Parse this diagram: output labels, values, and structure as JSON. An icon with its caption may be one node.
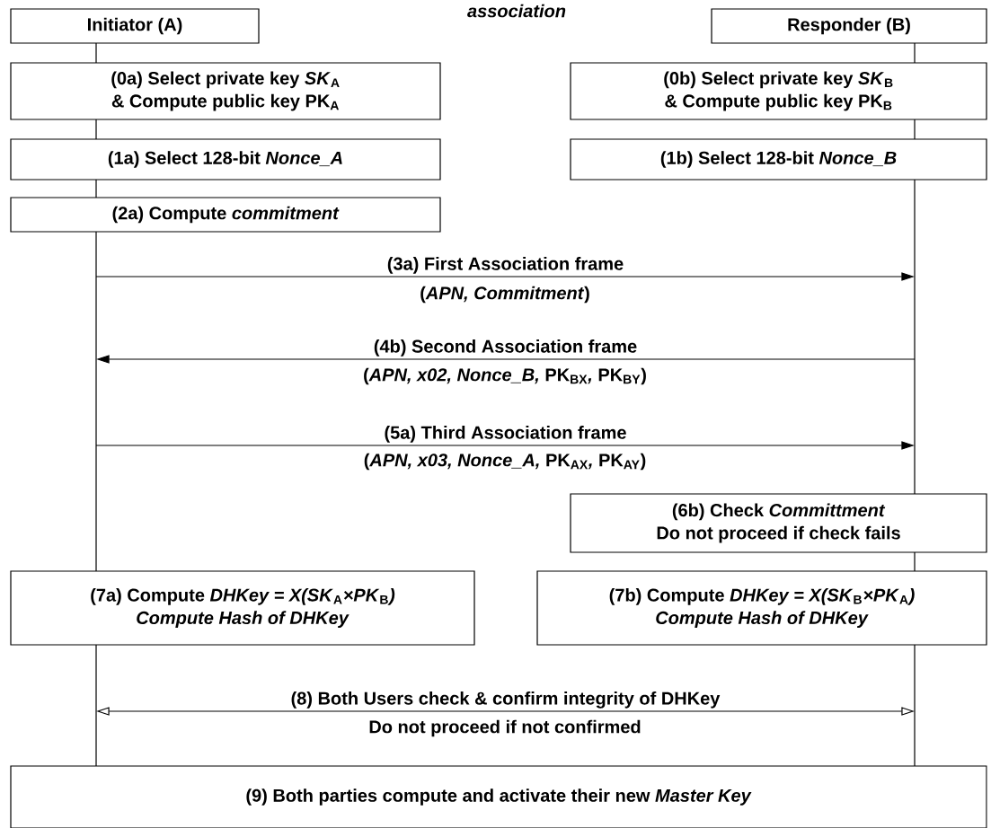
{
  "diagram": {
    "title": "association",
    "nodes": [
      {
        "text": [
          "Initiator (A)"
        ]
      },
      {
        "text": [
          "Responder (B)"
        ]
      },
      {
        "text": [
          "(0a) Select private key *SK*$_{A}$",
          "& Compute public key PK$_{A}$"
        ]
      },
      {
        "text": [
          "(0b) Select private key *SK*$_{B}$",
          "& Compute public key PK$_{B}$"
        ]
      },
      {
        "text": [
          "(1a) Select 128-bit *Nonce_A*"
        ]
      },
      {
        "text": [
          "(1b) Select 128-bit *Nonce_B*"
        ]
      },
      {
        "text": [
          "(2a) Compute *commitment*"
        ]
      },
      {
        "text": [
          "(6b) Check *Committment*",
          "Do not proceed if check fails"
        ]
      },
      {
        "text": [
          "(7a) Compute *DHKey = X(SK*$_{A}$*×PK*$_{B}$*)*",
          "*Compute Hash of DHKey*"
        ]
      },
      {
        "text": [
          "(7b) Compute *DHKey = X(SK*$_{B}$*×PK*$_{A}$*)*",
          "*Compute Hash of DHKey*"
        ]
      },
      {
        "text": [
          "(9) Both parties compute and activate their new *Master Key*"
        ]
      },
      {
        "text": [],
        "shape": "line"
      },
      {
        "text": [],
        "shape": "line"
      }
    ],
    "edges": [
      {
        "from": 11,
        "to": 12,
        "arrow": "to",
        "label": "(3a) First Association frame"
      },
      {
        "from": 12,
        "to": 11,
        "arrow": "to",
        "label": "(4b) Second Association frame"
      },
      {
        "from": 11,
        "to": 12,
        "arrow": "to",
        "label": "(5a) Third Association frame"
      },
      {
        "from": 11,
        "to": 12,
        "arrow": "both",
        "label": "(8) Both Users check & confirm integrity of DHKey"
      }
    ],
    "labels": [
      "(*APN, Commitment*)",
      "(*APN, x02, Nonce_B,* PK$_{BX}$*,* PK$_{BY}$)",
      "(*APN, x03, Nonce_A,* PK$_{AX}$*,* PK$_{AY}$)",
      "Do not proceed if not confirmed"
    ]
  }
}
